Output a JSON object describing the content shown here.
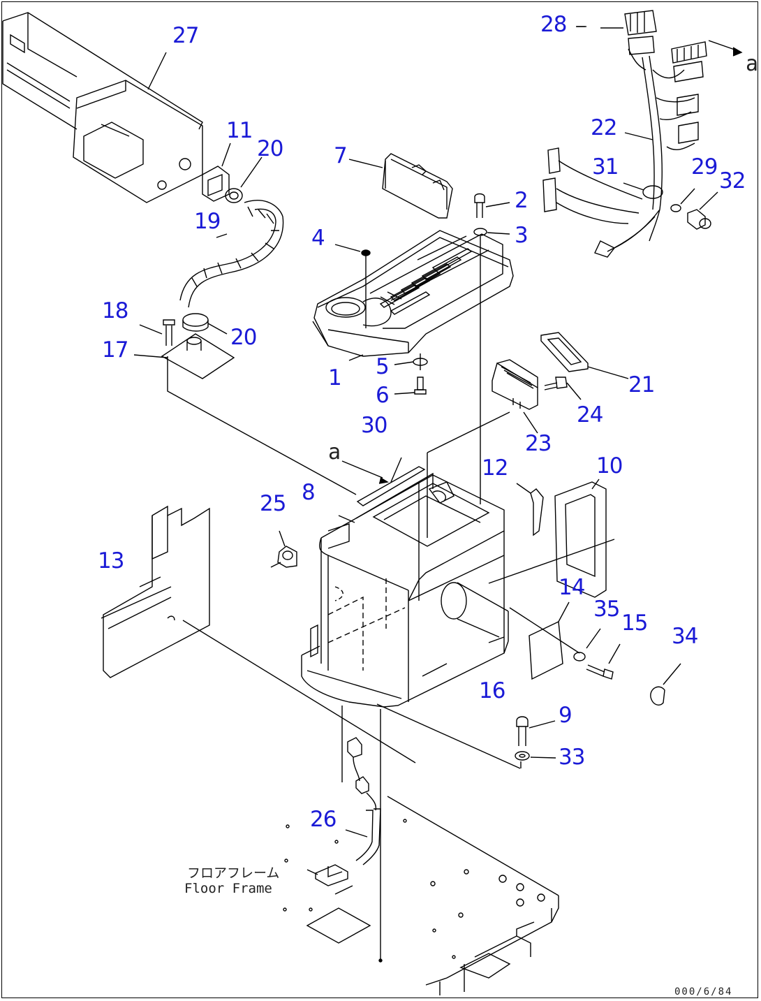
{
  "diagram": {
    "callouts": {
      "c1": "1",
      "c2": "2",
      "c3": "3",
      "c4": "4",
      "c5": "5",
      "c6": "6",
      "c7": "7",
      "c8": "8",
      "c9": "9",
      "c10": "10",
      "c11": "11",
      "c12": "12",
      "c13": "13",
      "c14": "14",
      "c15": "15",
      "c16": "16",
      "c17": "17",
      "c18": "18",
      "c19": "19",
      "c20a": "20",
      "c20b": "20",
      "c21": "21",
      "c22": "22",
      "c23": "23",
      "c24": "24",
      "c25": "25",
      "c26": "26",
      "c27": "27",
      "c28": "28",
      "c29": "29",
      "c30": "30",
      "c31": "31",
      "c32": "32",
      "c33": "33",
      "c34": "34",
      "c35": "35"
    },
    "reference_marks": {
      "a_top": "a",
      "a_mid": "a"
    },
    "floor_frame_label_jp": "フロアフレーム",
    "floor_frame_label_en": "Floor Frame",
    "drawing_number": "000/6/84"
  },
  "colors": {
    "callout": "#1a1ad6",
    "line": "#000000",
    "background": "#ffffff"
  }
}
